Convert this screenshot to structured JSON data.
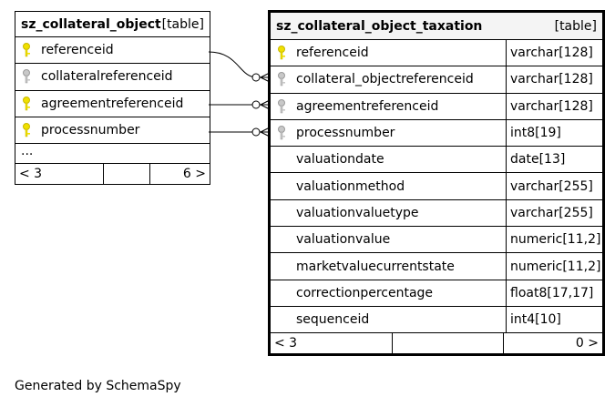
{
  "left_table": {
    "name": "sz_collateral_object",
    "type_label": "[table]",
    "columns": [
      {
        "name": "referenceid",
        "key": "primary"
      },
      {
        "name": "collateralreferenceid",
        "key": "foreign"
      },
      {
        "name": "agreementreferenceid",
        "key": "primary"
      },
      {
        "name": "processnumber",
        "key": "primary"
      }
    ],
    "ellipsis": "...",
    "footer": {
      "parents": "< 3",
      "middle": "",
      "children": "6 >"
    }
  },
  "right_table": {
    "name": "sz_collateral_object_taxation",
    "type_label": "[table]",
    "columns": [
      {
        "name": "referenceid",
        "type": "varchar[128]",
        "key": "primary"
      },
      {
        "name": "collateral_objectreferenceid",
        "type": "varchar[128]",
        "key": "foreign"
      },
      {
        "name": "agreementreferenceid",
        "type": "varchar[128]",
        "key": "foreign"
      },
      {
        "name": "processnumber",
        "type": "int8[19]",
        "key": "foreign"
      },
      {
        "name": "valuationdate",
        "type": "date[13]",
        "key": "none"
      },
      {
        "name": "valuationmethod",
        "type": "varchar[255]",
        "key": "none"
      },
      {
        "name": "valuationvaluetype",
        "type": "varchar[255]",
        "key": "none"
      },
      {
        "name": "valuationvalue",
        "type": "numeric[11,2]",
        "key": "none"
      },
      {
        "name": "marketvaluecurrentstate",
        "type": "numeric[11,2]",
        "key": "none"
      },
      {
        "name": "correctionpercentage",
        "type": "float8[17,17]",
        "key": "none"
      },
      {
        "name": "sequenceid",
        "type": "int4[10]",
        "key": "none"
      }
    ],
    "footer": {
      "parents": "< 3",
      "middle": "",
      "children": "0 >"
    }
  },
  "footer_text": "Generated by SchemaSpy",
  "colors": {
    "primary_key": "#f0e000",
    "foreign_key": "#b0b0b0"
  }
}
